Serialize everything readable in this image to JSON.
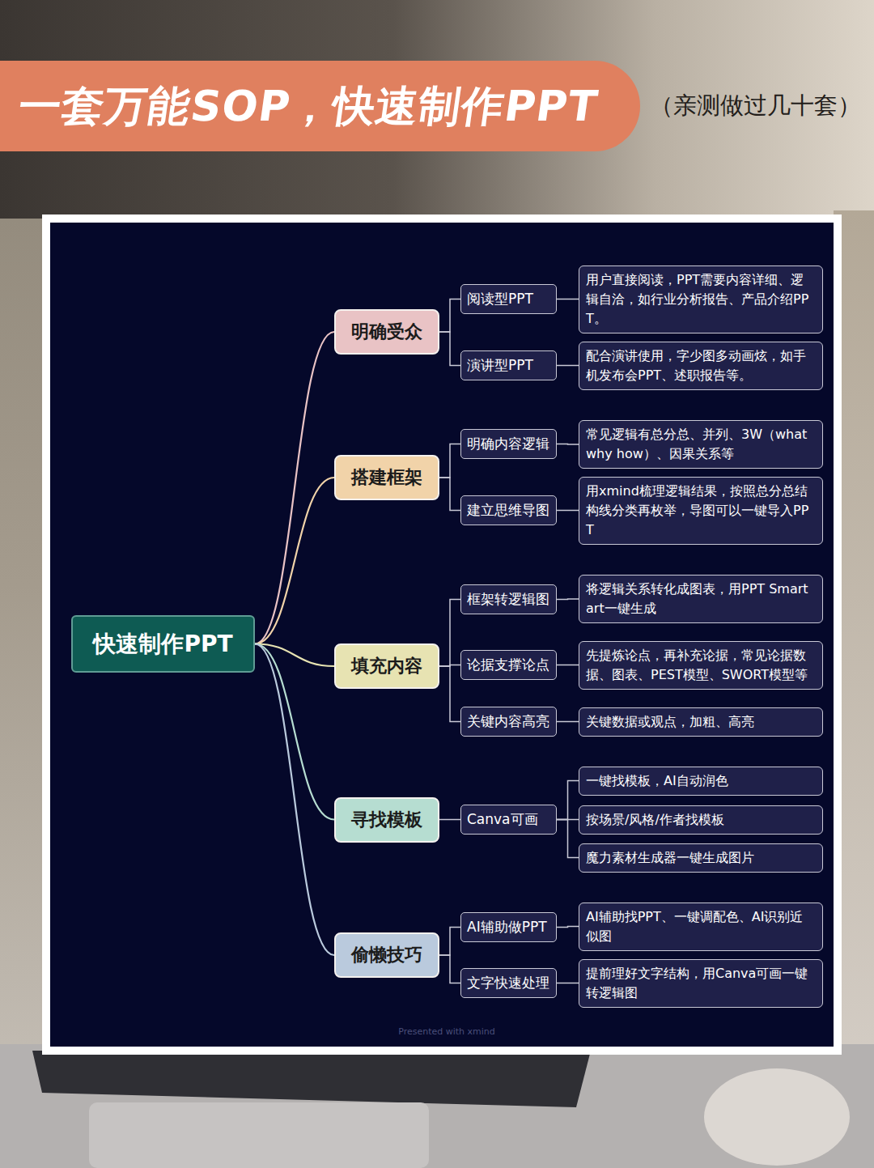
{
  "diagram": {
    "title": "一套万能SOP，快速制作PPT",
    "nodes": [
      {
        "text": [
          "快速制作PPT"
        ]
      },
      {
        "text": [
          "明确受众"
        ]
      },
      {
        "text": [
          "阅读型PPT"
        ]
      },
      {
        "text": [
          "用户直接阅读，PPT需要内容详细、逻辑自洽，如行业分析报告、产品介绍PPT。"
        ]
      },
      {
        "text": [
          "演讲型PPT"
        ]
      },
      {
        "text": [
          "配合演讲使用，字少图多动画炫，如手机发布会PPT、述职报告等。"
        ]
      },
      {
        "text": [
          "搭建框架"
        ]
      },
      {
        "text": [
          "明确内容逻辑"
        ]
      },
      {
        "text": [
          "常见逻辑有总分总、并列、3W（what why how）、因果关系等"
        ]
      },
      {
        "text": [
          "建立思维导图"
        ]
      },
      {
        "text": [
          "用xmind梳理逻辑结果，按照总分总结构线分类再枚举，导图可以一键导入PPT"
        ]
      },
      {
        "text": [
          "填充内容"
        ]
      },
      {
        "text": [
          "框架转逻辑图"
        ]
      },
      {
        "text": [
          "将逻辑关系转化成图表，用PPT Smartart一键生成"
        ]
      },
      {
        "text": [
          "论据支撑论点"
        ]
      },
      {
        "text": [
          "先提炼论点，再补充论据，常见论据数据、图表、PEST模型、SWORT模型等"
        ]
      },
      {
        "text": [
          "关键内容高亮"
        ]
      },
      {
        "text": [
          "关键数据或观点，加粗、高亮"
        ]
      },
      {
        "text": [
          "寻找模板"
        ]
      },
      {
        "text": [
          "Canva可画"
        ]
      },
      {
        "text": [
          "一键找模板，AI自动润色"
        ]
      },
      {
        "text": [
          "按场景/风格/作者找模板"
        ]
      },
      {
        "text": [
          "魔力素材生成器一键生成图片"
        ]
      },
      {
        "text": [
          "偷懒技巧"
        ]
      },
      {
        "text": [
          "AI辅助做PPT"
        ]
      },
      {
        "text": [
          "AI辅助找PPT、一键调配色、AI识别近似图"
        ]
      },
      {
        "text": [
          "文字快速处理"
        ]
      },
      {
        "text": [
          "提前理好文字结构，用Canva可画一键转逻辑图"
        ]
      }
    ],
    "edges": [
      {
        "from": 0,
        "to": 1,
        "arrow": "none"
      },
      {
        "from": 0,
        "to": 6,
        "arrow": "none"
      },
      {
        "from": 0,
        "to": 11,
        "arrow": "none"
      },
      {
        "from": 0,
        "to": 18,
        "arrow": "none"
      },
      {
        "from": 0,
        "to": 23,
        "arrow": "none"
      },
      {
        "from": 1,
        "to": 2,
        "arrow": "none"
      },
      {
        "from": 2,
        "to": 3,
        "arrow": "none"
      },
      {
        "from": 1,
        "to": 4,
        "arrow": "none"
      },
      {
        "from": 4,
        "to": 5,
        "arrow": "none"
      },
      {
        "from": 6,
        "to": 7,
        "arrow": "none"
      },
      {
        "from": 7,
        "to": 8,
        "arrow": "none"
      },
      {
        "from": 6,
        "to": 9,
        "arrow": "none"
      },
      {
        "from": 9,
        "to": 10,
        "arrow": "none"
      },
      {
        "from": 11,
        "to": 12,
        "arrow": "none"
      },
      {
        "from": 12,
        "to": 13,
        "arrow": "none"
      },
      {
        "from": 11,
        "to": 14,
        "arrow": "none"
      },
      {
        "from": 14,
        "to": 15,
        "arrow": "none"
      },
      {
        "from": 11,
        "to": 16,
        "arrow": "none"
      },
      {
        "from": 16,
        "to": 17,
        "arrow": "none"
      },
      {
        "from": 18,
        "to": 19,
        "arrow": "none"
      },
      {
        "from": 19,
        "to": 20,
        "arrow": "none"
      },
      {
        "from": 19,
        "to": 21,
        "arrow": "none"
      },
      {
        "from": 19,
        "to": 22,
        "arrow": "none"
      },
      {
        "from": 23,
        "to": 24,
        "arrow": "none"
      },
      {
        "from": 24,
        "to": 25,
        "arrow": "none"
      },
      {
        "from": 23,
        "to": 26,
        "arrow": "none"
      },
      {
        "from": 26,
        "to": 27,
        "arrow": "none"
      }
    ],
    "labels": [
      "（亲测做过几十套）",
      "Presented with xmind"
    ]
  }
}
